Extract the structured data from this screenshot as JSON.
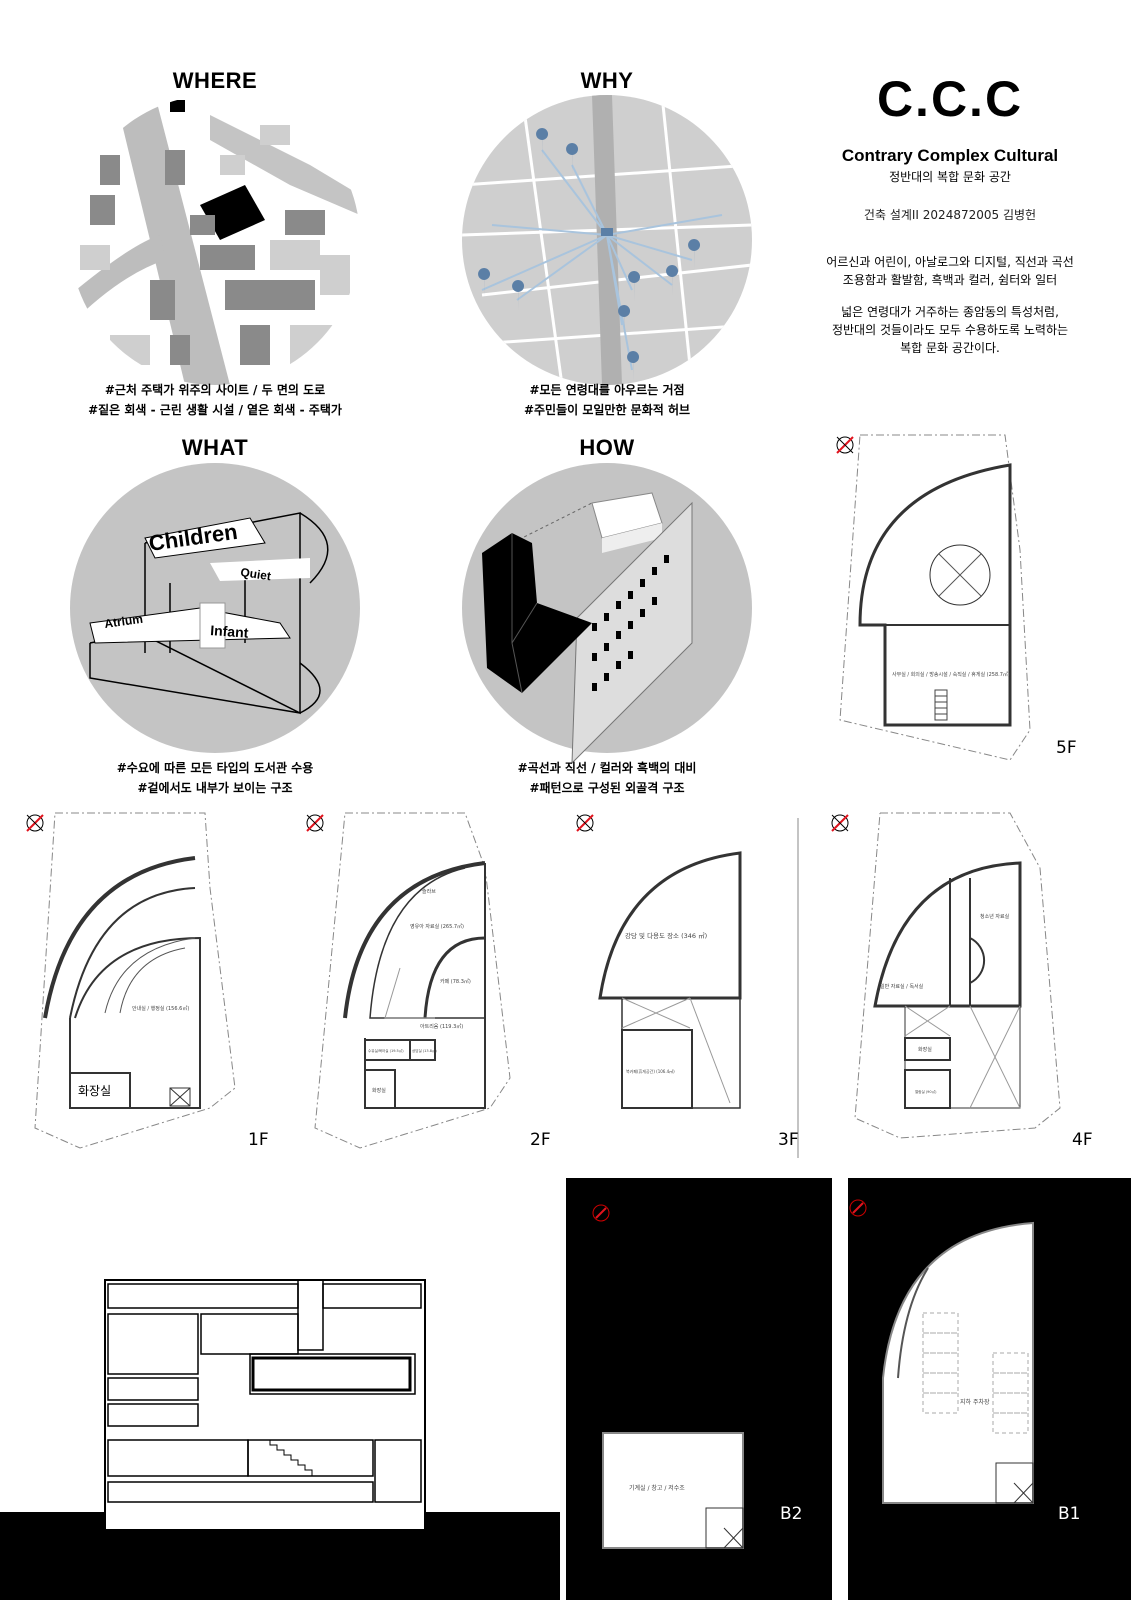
{
  "quadrants": {
    "where": {
      "title": "WHERE",
      "captions": [
        "#근처 주택가 위주의 사이트 / 두 면의 도로",
        "#짙은 회색 - 근린 생활 시설 / 옅은 회색 - 주택가"
      ]
    },
    "why": {
      "title": "WHY",
      "captions": [
        "#모든 연령대를 아우르는 거점",
        "#주민들이 모일만한 문화적 허브"
      ]
    },
    "what": {
      "title": "WHAT",
      "captions": [
        "#수요에 따른 모든 타입의 도서관 수용",
        "#겉에서도 내부가 보이는 구조"
      ],
      "diagram_words": [
        "Children",
        "Quiet",
        "Atrium",
        "Infant"
      ]
    },
    "how": {
      "title": "HOW",
      "captions": [
        "#곡선과 직선 / 컬러와 흑백의 대비",
        "#패턴으로 구성된 외골격 구조"
      ]
    }
  },
  "project": {
    "title": "C.C.C",
    "subtitle_en": "Contrary Complex Cultural",
    "subtitle_ko": "정반대의 복합 문화 공간",
    "credit": "건축 설계II 2024872005 김병헌",
    "para1": [
      "어르신과 어린이, 아날로그와 디지털, 직선과 곡선",
      "조용함과 활발함, 흑백과 컬러, 쉼터와 일터"
    ],
    "para2": [
      "넓은 연령대가 거주하는 종암동의 특성처럼,",
      "정반대의 것들이라도 모두 수용하도록 노력하는",
      "복합 문화 공간이다."
    ]
  },
  "plans": {
    "f5": {
      "label": "5F",
      "rooms": [
        "사무실 / 회의실 / 방송시설 / 숙직실 / 휴게실 (258.7㎡)"
      ]
    },
    "f1": {
      "label": "1F",
      "rooms": [
        "안내실 / 행정실 (156.6㎡)",
        "화장실"
      ]
    },
    "f2": {
      "label": "2F",
      "rooms": [
        "슬라브",
        "영유아 자료실 (265.7㎡)",
        "카페 (78.3㎡)",
        "아트리움 (119.3㎡)",
        "수유실/육아실 (19.5㎡)",
        "상담실 (13.8㎡)",
        "화장실"
      ]
    },
    "f3": {
      "label": "3F",
      "rooms": [
        "강당 및 다용도 장소 (346 ㎡)",
        "북카페(휴게공간) (106.4㎡)"
      ]
    },
    "f4": {
      "label": "4F",
      "rooms": [
        "청소년 자료실",
        "일반 자료실 / 독서실",
        "화장실",
        "열람실 (90㎡)"
      ]
    },
    "b2": {
      "label": "B2",
      "rooms": [
        "기계실 / 창고 / 저수조"
      ]
    },
    "b1": {
      "label": "B1",
      "rooms": [
        "지하 주차장"
      ]
    }
  },
  "colors": {
    "map_gray": "#c8c8c8",
    "dark_gray": "#7a7a7a",
    "pin_blue": "#5b7fa6",
    "north_red": "#e0141e"
  }
}
